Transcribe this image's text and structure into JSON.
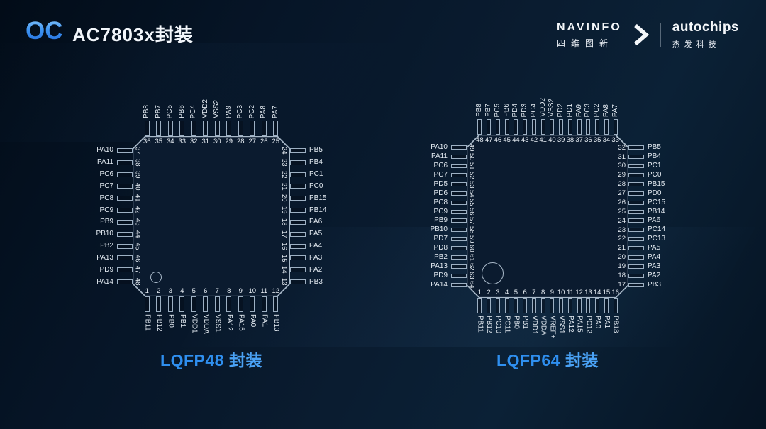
{
  "header": {
    "logo_text": "OC",
    "title": "AC7803x封装",
    "navinfo": {
      "name": "NAVINFO",
      "cn": "四维图新"
    },
    "autochips": {
      "name": "autochips",
      "cn": "杰发科技"
    }
  },
  "colors": {
    "background": "#071527",
    "accent_blue": "#2f8fef",
    "chip_outline": "#a9b9c9",
    "pin_text": "#e3eaf1"
  },
  "chips": [
    {
      "id": "lqfp48",
      "package_name": "LQFP48",
      "package_suffix": "封装",
      "right_numbers_vertical": true,
      "pins": {
        "top": {
          "labels": [
            "PB8",
            "PB7",
            "PC5",
            "PB6",
            "PC4",
            "VDD2",
            "VSS2",
            "PA9",
            "PC3",
            "PC2",
            "PA8",
            "PA7"
          ],
          "numbers": [
            "36",
            "35",
            "34",
            "33",
            "32",
            "31",
            "30",
            "29",
            "28",
            "27",
            "26",
            "25"
          ]
        },
        "left": {
          "labels": [
            "PA10",
            "PA11",
            "PC6",
            "PC7",
            "PC8",
            "PC9",
            "PB9",
            "PB10",
            "PB2",
            "PA13",
            "PD9",
            "PA14"
          ],
          "numbers": [
            "37",
            "38",
            "39",
            "40",
            "41",
            "42",
            "43",
            "44",
            "45",
            "46",
            "47",
            "48"
          ]
        },
        "right": {
          "labels": [
            "PB5",
            "PB4",
            "PC1",
            "PC0",
            "PB15",
            "PB14",
            "PA6",
            "PA5",
            "PA4",
            "PA3",
            "PA2",
            "PB3"
          ],
          "numbers": [
            "24",
            "23",
            "22",
            "21",
            "20",
            "19",
            "18",
            "17",
            "16",
            "15",
            "14",
            "13"
          ]
        },
        "bottom": {
          "labels": [
            "PB11",
            "PB12",
            "PB0",
            "PB1",
            "VDD1",
            "VDDA",
            "VSS1",
            "PA12",
            "PA15",
            "PA0",
            "PA1",
            "PB13"
          ],
          "numbers": [
            "1",
            "2",
            "3",
            "4",
            "5",
            "6",
            "7",
            "8",
            "9",
            "10",
            "11",
            "12"
          ]
        }
      }
    },
    {
      "id": "lqfp64",
      "package_name": "LQFP64",
      "package_suffix": "封装",
      "right_numbers_vertical": false,
      "pins": {
        "top": {
          "labels": [
            "PB8",
            "PB7",
            "PC5",
            "PB6",
            "PD4",
            "PD3",
            "PC4",
            "VDD2",
            "VSS2",
            "PD2",
            "PD1",
            "PA9",
            "PC3",
            "PC2",
            "PA8",
            "PA7"
          ],
          "numbers": [
            "48",
            "47",
            "46",
            "45",
            "44",
            "43",
            "42",
            "41",
            "40",
            "39",
            "38",
            "37",
            "36",
            "35",
            "34",
            "33"
          ]
        },
        "left": {
          "labels": [
            "PA10",
            "PA11",
            "PC6",
            "PC7",
            "PD5",
            "PD6",
            "PC8",
            "PC9",
            "PB9",
            "PB10",
            "PD7",
            "PD8",
            "PB2",
            "PA13",
            "PD9",
            "PA14"
          ],
          "numbers": [
            "49",
            "50",
            "51",
            "52",
            "53",
            "54",
            "55",
            "56",
            "57",
            "58",
            "59",
            "60",
            "61",
            "62",
            "63",
            "64"
          ]
        },
        "right": {
          "labels": [
            "PB5",
            "PB4",
            "PC1",
            "PC0",
            "PB15",
            "PD0",
            "PC15",
            "PB14",
            "PA6",
            "PC14",
            "PC13",
            "PA5",
            "PA4",
            "PA3",
            "PA2",
            "PB3"
          ],
          "numbers": [
            "32",
            "31",
            "30",
            "29",
            "28",
            "27",
            "26",
            "25",
            "24",
            "23",
            "22",
            "21",
            "20",
            "19",
            "18",
            "17"
          ]
        },
        "bottom": {
          "labels": [
            "PB11",
            "PB12",
            "PC10",
            "PC11",
            "PB0",
            "PB1",
            "VDD1",
            "VDDA",
            "VREF+",
            "VSS1",
            "PA12",
            "PA15",
            "PC12",
            "PA0",
            "PA1",
            "PB13"
          ],
          "numbers": [
            "1",
            "2",
            "3",
            "4",
            "5",
            "6",
            "7",
            "8",
            "9",
            "10",
            "11",
            "12",
            "13",
            "14",
            "15",
            "16"
          ]
        }
      }
    }
  ]
}
